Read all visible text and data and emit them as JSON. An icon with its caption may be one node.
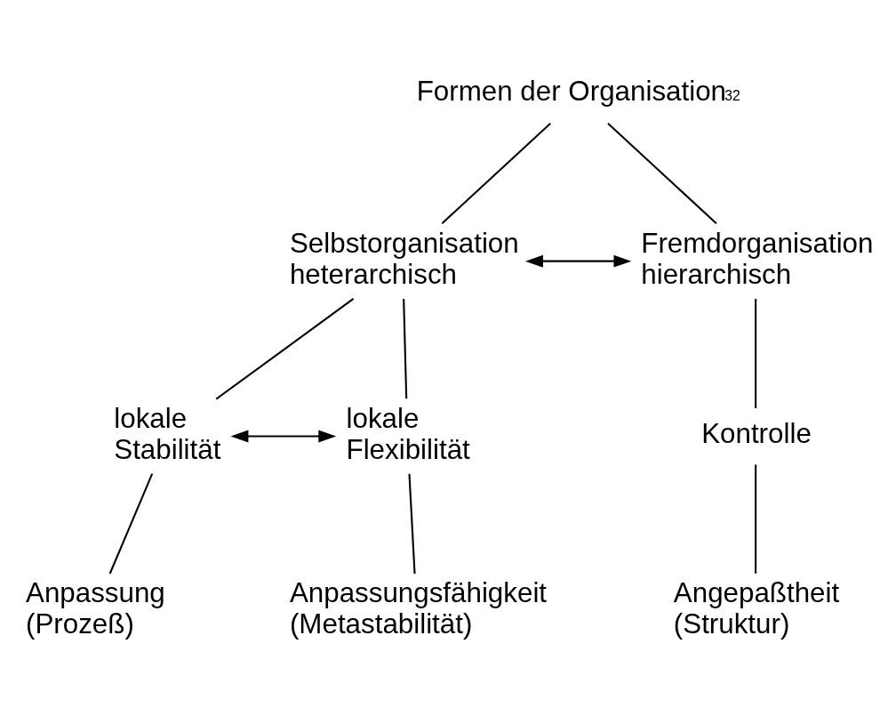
{
  "diagram": {
    "nodes": [
      {
        "text": [
          "Formen der Organisation$^{32}$"
        ]
      },
      {
        "text": [
          "Selbstorganisation heterarchisch"
        ]
      },
      {
        "text": [
          "Fremdorganisation hierarchisch"
        ]
      },
      {
        "text": [
          "lokale Stabilität"
        ]
      },
      {
        "text": [
          "lokale Flexibilität"
        ]
      },
      {
        "text": [
          "Kontrolle"
        ]
      },
      {
        "text": [
          "Anpassung (Prozeß)"
        ]
      },
      {
        "text": [
          "Anpassungsfähigkeit (Metastabilität)"
        ]
      },
      {
        "text": [
          "Angepaßtheit (Struktur)"
        ]
      }
    ],
    "edges": [
      {
        "from": 0,
        "to": 1,
        "arrow": "none"
      },
      {
        "from": 0,
        "to": 2,
        "arrow": "none"
      },
      {
        "from": 1,
        "to": 2,
        "arrow": "both"
      },
      {
        "from": 1,
        "to": 3,
        "arrow": "none"
      },
      {
        "from": 1,
        "to": 4,
        "arrow": "none"
      },
      {
        "from": 3,
        "to": 4,
        "arrow": "both"
      },
      {
        "from": 2,
        "to": 5,
        "arrow": "none"
      },
      {
        "from": 3,
        "to": 6,
        "arrow": "none"
      },
      {
        "from": 4,
        "to": 7,
        "arrow": "none"
      },
      {
        "from": 5,
        "to": 8,
        "arrow": "none"
      }
    ]
  }
}
